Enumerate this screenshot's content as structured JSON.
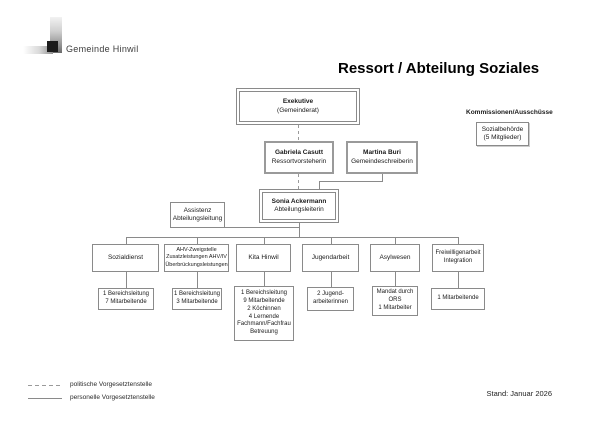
{
  "header": {
    "logo_text": "Gemeinde Hinwil",
    "title": "Ressort / Abteilung Soziales"
  },
  "chart": {
    "exekutive": {
      "name": "Exekutive",
      "role": "(Gemeinderat)"
    },
    "kommissionen_label": "Kommissionen/Ausschüsse",
    "sozialbehoerde": "Sozialbehörde\n(5 Mitglieder)",
    "ressortvorsteherin": {
      "name": "Gabriela Casutt",
      "role": "Ressortvorsteherin"
    },
    "gemeindeschreiberin": {
      "name": "Martina Buri",
      "role": "Gemeindeschreiberin"
    },
    "abteilungsleiterin": {
      "name": "Sonia Ackermann",
      "role": "Abteilungsleiterin"
    },
    "assistenz": "Assistenz\nAbteilungsleitung",
    "departments": [
      {
        "title": "Sozialdienst",
        "staff": "1 Bereichsleitung\n7 Mitarbeitende"
      },
      {
        "title": "AHV-Zweigstelle\nZusatzleistungen AHV/IV\nÜberbrückungsleistungen",
        "staff": "1 Bereichsleitung\n3 Mitarbeitende"
      },
      {
        "title": "Kita Hinwil",
        "staff": "1 Bereichsleitung\n9 Mitarbeitende\n2 Köchinnen\n4 Lernende\nFachmann/Fachfrau\nBetreuung"
      },
      {
        "title": "Jugendarbeit",
        "staff": "2 Jugend-\narbeiterinnen"
      },
      {
        "title": "Asylwesen",
        "staff": "Mandat durch\nORS\n1 Mitarbeiter"
      },
      {
        "title": "Freiwilligenarbeit\nIntegration",
        "staff": "1 Mitarbeitende"
      }
    ]
  },
  "legend": {
    "items": [
      {
        "line_style": "dashed",
        "label": "politische Vorgesetztenstelle"
      },
      {
        "line_style": "solid",
        "label": "personelle Vorgesetztenstelle"
      }
    ]
  },
  "footer": {
    "stand": "Stand: Januar 2026"
  },
  "colors": {
    "line": "#8a8a8a",
    "text": "#1a1a1a",
    "background": "#ffffff"
  }
}
